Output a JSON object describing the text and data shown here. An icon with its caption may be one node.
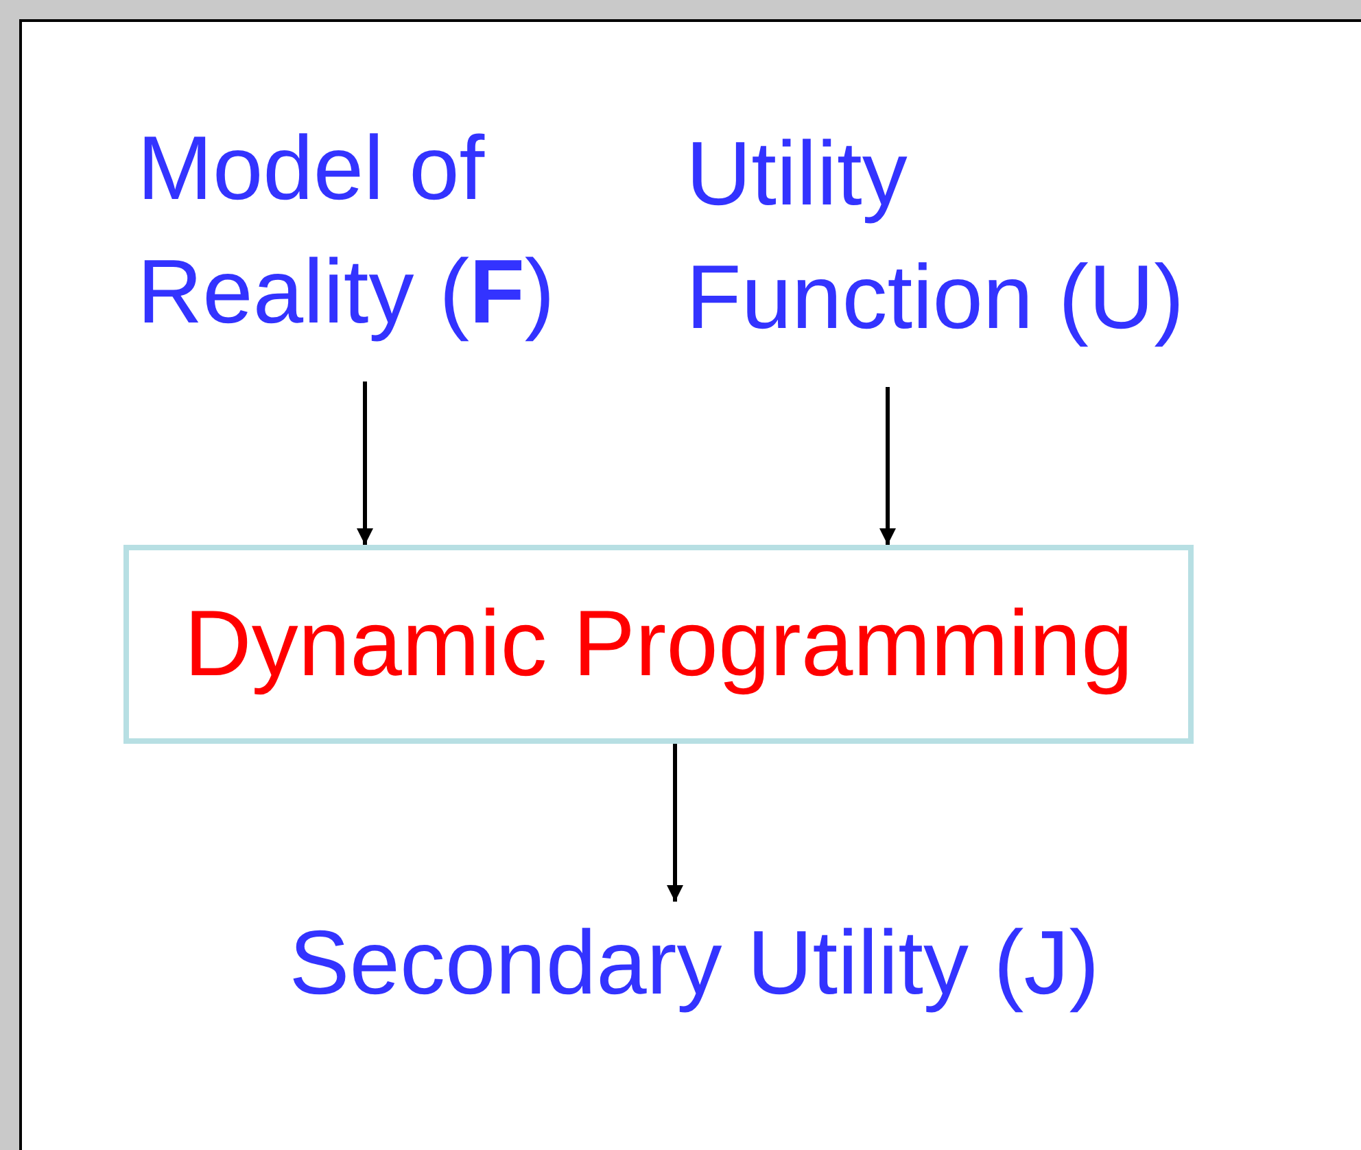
{
  "diagram": {
    "nodes": [
      {
        "text": [
          "Model of Reality (**F**)"
        ]
      },
      {
        "text": [
          "Utility Function (U)"
        ]
      },
      {
        "text": [
          "Dynamic Programming"
        ]
      },
      {
        "text": [
          "Secondary Utility (J)"
        ]
      }
    ],
    "edges": [
      {
        "from": 0,
        "to": 2,
        "arrow": "to"
      },
      {
        "from": 1,
        "to": 2,
        "arrow": "to"
      },
      {
        "from": 2,
        "to": 3,
        "arrow": "to"
      }
    ]
  }
}
